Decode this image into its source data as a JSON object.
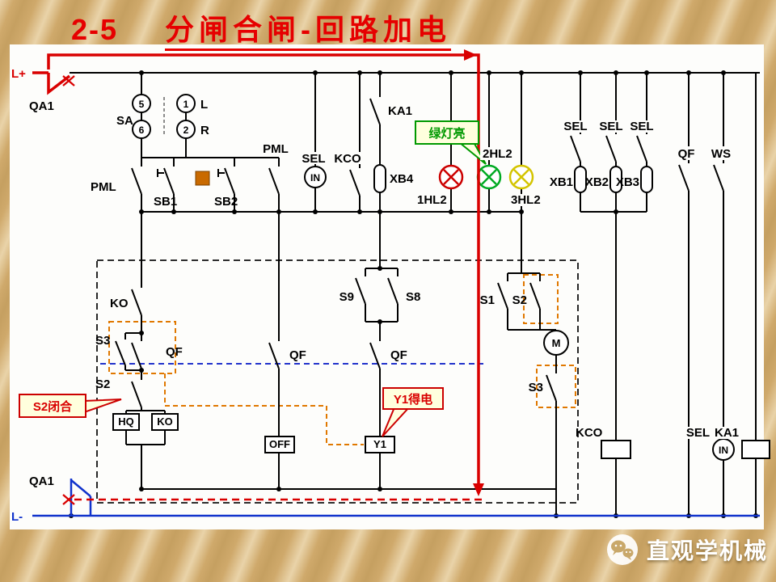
{
  "title": {
    "number": "2-5",
    "text": "分闸合闸-回路加电"
  },
  "buses": {
    "positive": "L+",
    "negative": "L-",
    "breaker_top": "QA1",
    "breaker_bottom": "QA1"
  },
  "callouts": {
    "green_lamp": "绿灯亮",
    "s2_closed": "S2闭合",
    "y1_energized": "Y1得电"
  },
  "labels": {
    "sa": "SA",
    "c5": "5",
    "c6": "6",
    "c1": "1",
    "c2": "2",
    "dir_l": "L",
    "dir_r": "R",
    "pml_left": "PML",
    "pml_mid": "PML",
    "sb1": "SB1",
    "sb2": "SB2",
    "sel_top": "SEL",
    "kco_top": "KCO",
    "in_top": "IN",
    "ka1_top": "KA1",
    "xb4": "XB4",
    "hl1": "1HL2",
    "hl2": "2HL2",
    "hl3": "3HL2",
    "sel_r1": "SEL",
    "sel_r2": "SEL",
    "sel_r3": "SEL",
    "xb1": "XB1",
    "xb2": "XB2",
    "xb3": "XB3",
    "qf_right": "QF",
    "ws": "WS",
    "ko": "KO",
    "s3_upper": "S3",
    "qf1": "QF",
    "s2_left": "S2",
    "hq_box": "HQ",
    "ko_box": "KO",
    "qf2": "QF",
    "off_box": "OFF",
    "s9": "S9",
    "s8": "S8",
    "qf3": "QF",
    "y1_box": "Y1",
    "s1": "S1",
    "s2_right": "S2",
    "m": "M",
    "s3_lower": "S3",
    "kco_bottom": "KCO",
    "sel_bottom": "SEL",
    "in_bottom": "IN",
    "ka1_bottom": "KA1"
  },
  "watermark": {
    "brand": "直观学机械",
    "icon": "wechat-icon"
  },
  "colors": {
    "highlight_red": "#d90000",
    "bus_negative_blue": "#1133cc",
    "lamp_red": "#cc0000",
    "lamp_green": "#00aa22",
    "lamp_yellow": "#d4c400",
    "callout_green": "#009900",
    "callout_red": "#cc0000",
    "terminal_orange": "#c96a00",
    "background_tan": "#cfa96b"
  }
}
